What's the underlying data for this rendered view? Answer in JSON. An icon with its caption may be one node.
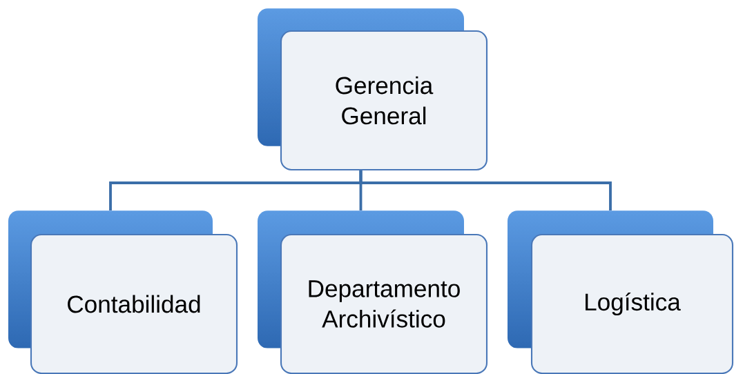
{
  "diagram": {
    "nodes": [
      {
        "text": [
          "Gerencia General"
        ]
      },
      {
        "text": [
          "Contabilidad"
        ]
      },
      {
        "text": [
          "Departamento Archivístico"
        ]
      },
      {
        "text": [
          "Logística"
        ]
      }
    ],
    "edges": [
      {
        "from": 0,
        "to": 1,
        "arrow": "none"
      },
      {
        "from": 0,
        "to": 2,
        "arrow": "none"
      },
      {
        "from": 0,
        "to": 3,
        "arrow": "none"
      }
    ]
  }
}
